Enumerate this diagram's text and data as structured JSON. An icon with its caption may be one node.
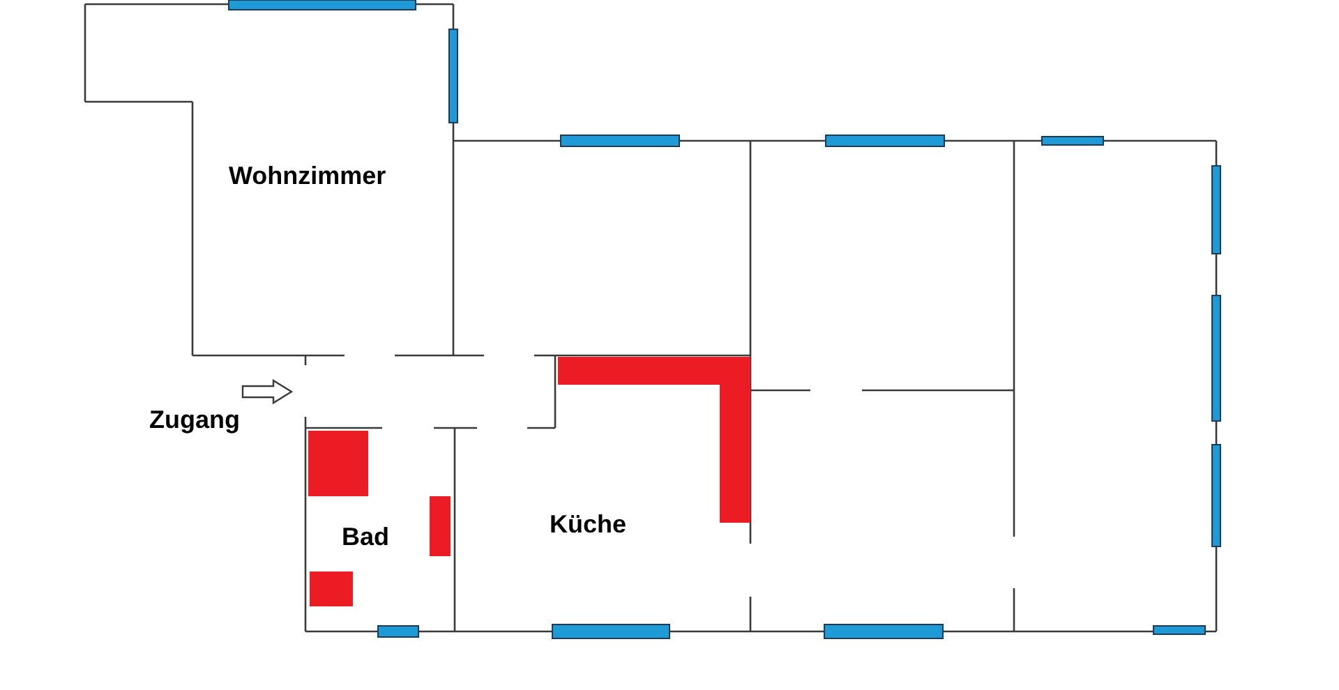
{
  "diagram": {
    "labels": [
      "Wohnzimmer",
      "Zugang",
      "Bad",
      "Küche"
    ]
  }
}
